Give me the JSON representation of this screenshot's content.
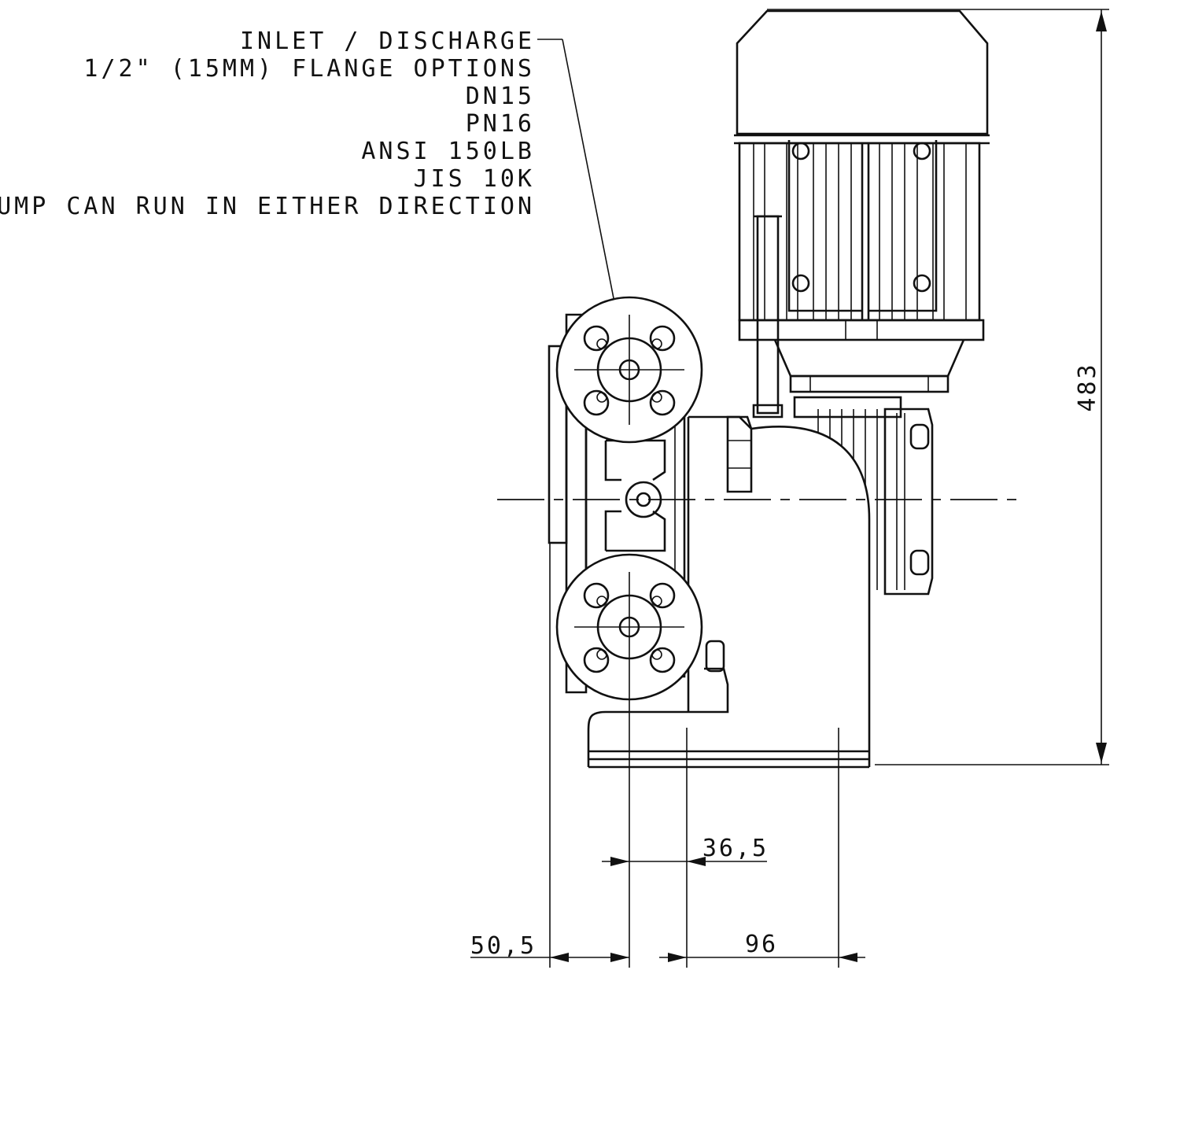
{
  "notes": {
    "line1": "INLET / DISCHARGE",
    "line2": "1/2\" (15MM) FLANGE OPTIONS",
    "line3": "DN15",
    "line4": "PN16",
    "line5": "ANSI 150LB",
    "line6": "JIS 10K",
    "line7": "PUMP CAN RUN IN EITHER DIRECTION"
  },
  "dimensions": {
    "height": "483",
    "flange_to_base": "36,5",
    "base_holes": "96",
    "front_offset": "50,5"
  }
}
